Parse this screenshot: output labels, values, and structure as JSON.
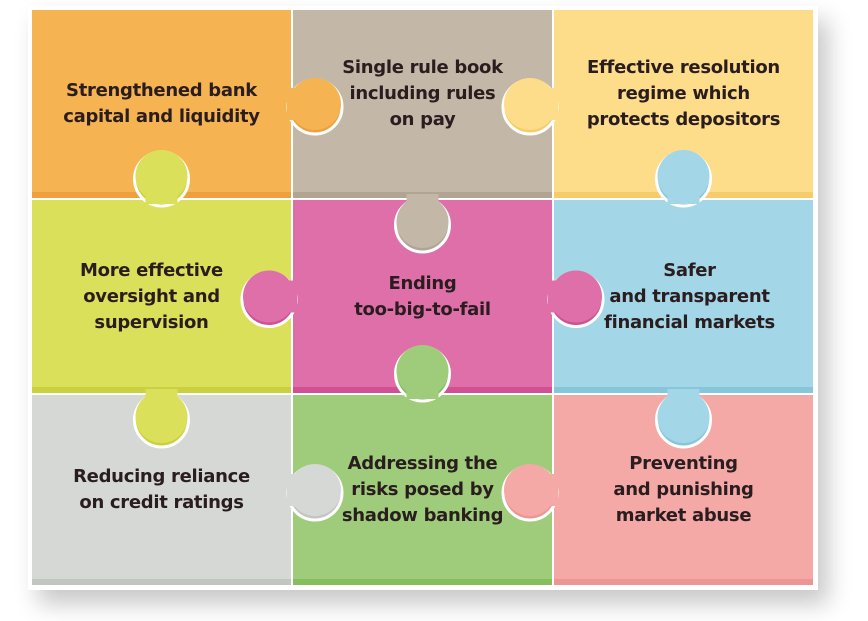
{
  "tiles": [
    {
      "label": "Strengthened bank\ncapital and liquidity",
      "color": "#f6b352",
      "shade": "#eda03c"
    },
    {
      "label": "Single rule book\nincluding rules\non pay",
      "color": "#c3b7a8",
      "shade": "#b2a493"
    },
    {
      "label": "Effective resolution\nregime which\nprotects depositors",
      "color": "#fddd8a",
      "shade": "#f6cc6a"
    },
    {
      "label": "More effective\noversight and\nsupervision",
      "color": "#dbe05a",
      "shade": "#cbd13e"
    },
    {
      "label": "Ending\ntoo-big-to-fail",
      "color": "#df6fa9",
      "shade": "#d14f93"
    },
    {
      "label": "Safer\nand transparent\nfinancial markets",
      "color": "#a3d6e6",
      "shade": "#86c6db"
    },
    {
      "label": "Reducing reliance\non credit ratings",
      "color": "#d5d8d4",
      "shade": "#c2c6c1"
    },
    {
      "label": "Addressing the\nrisks posed by\nshadow banking",
      "color": "#9ecc7b",
      "shade": "#86bd5e"
    },
    {
      "label": "Preventing\nand punishing\nmarket abuse",
      "color": "#f4a9a6",
      "shade": "#ec9592"
    }
  ]
}
